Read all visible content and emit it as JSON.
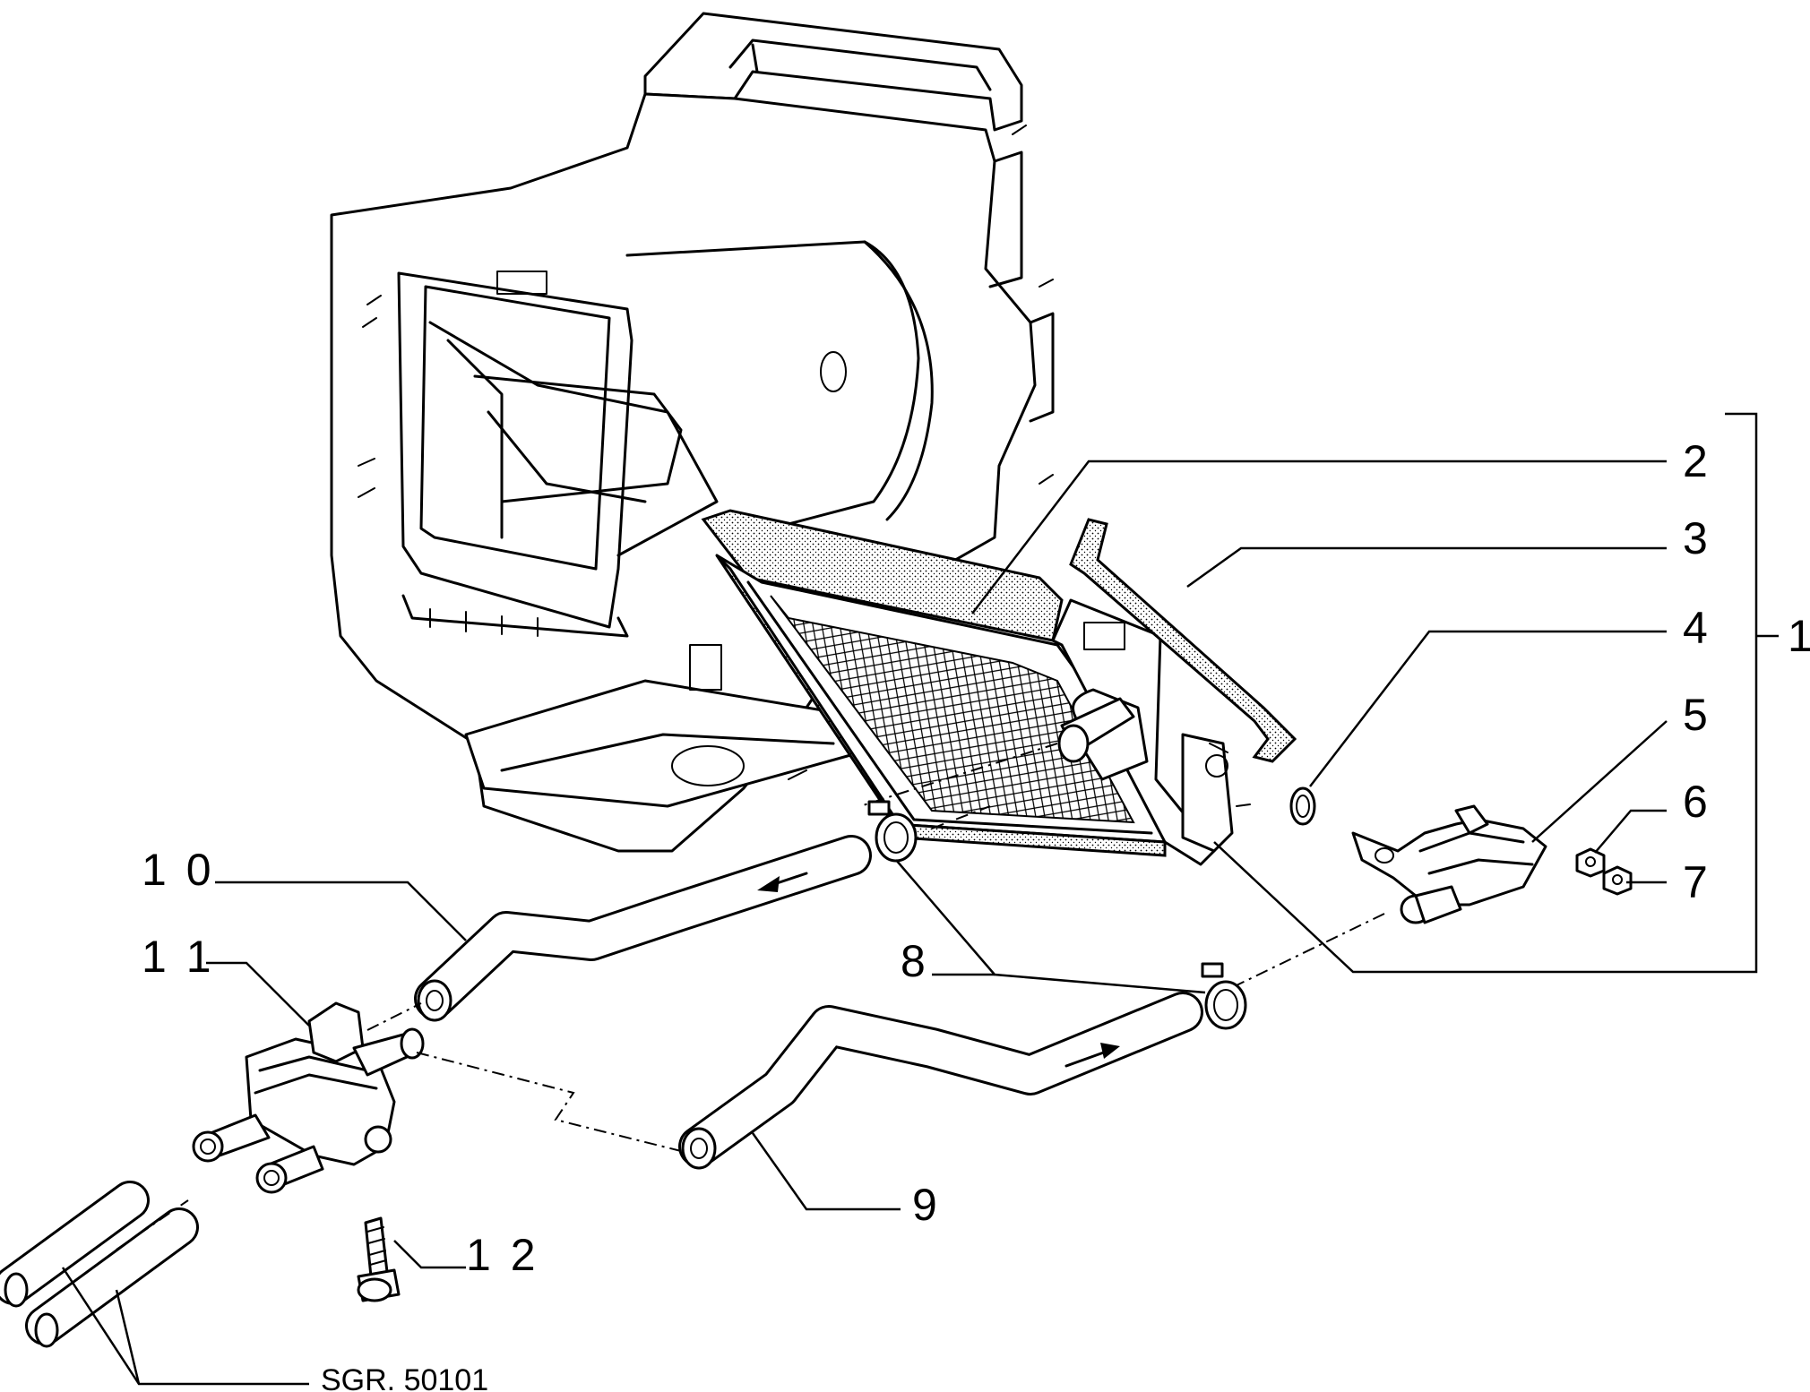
{
  "callouts": {
    "c1": "1",
    "c2": "2",
    "c3": "3",
    "c4": "4",
    "c5": "5",
    "c6": "6",
    "c7": "7",
    "c8": "8",
    "c9": "9",
    "c10": "1 0",
    "c11": "1 1",
    "c12": "1 2"
  },
  "reference": "SGR. 50101"
}
